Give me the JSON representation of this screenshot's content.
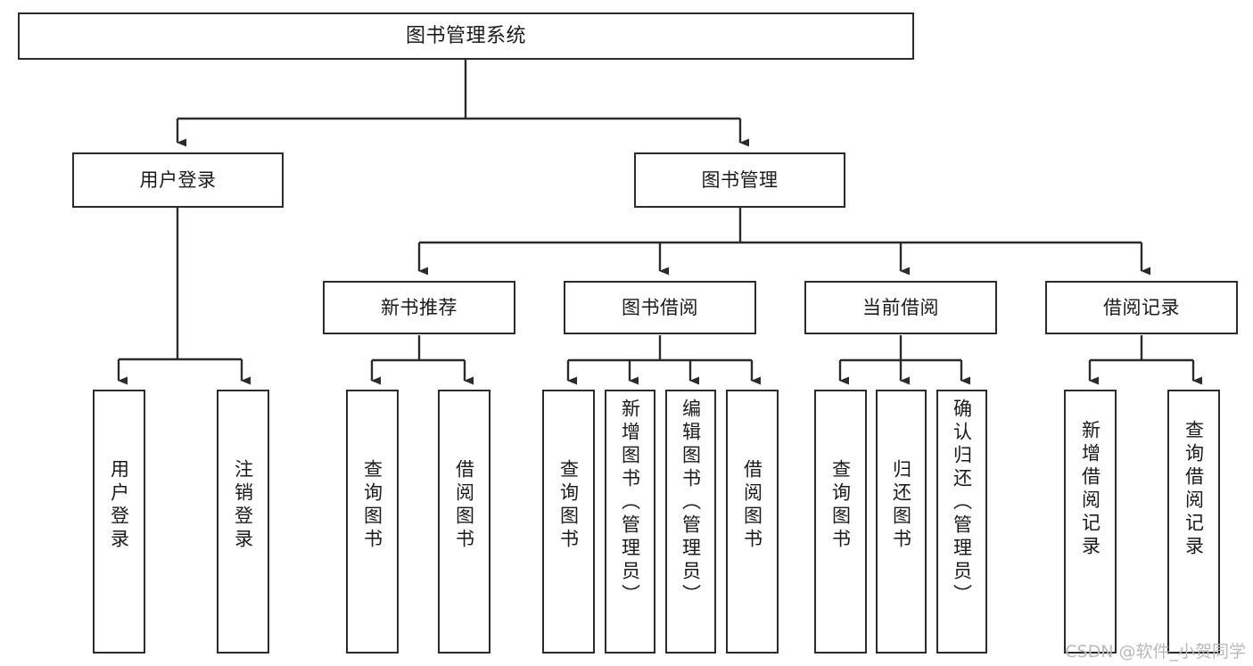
{
  "diagram": {
    "title": "图书管理系统",
    "type": "tree",
    "orientation": "top-down",
    "colors": {
      "background": "#ffffff",
      "node_border": "#2b2b2b",
      "node_fill": "#ffffff",
      "edge": "#2b2b2b",
      "text": "#1a1a1a",
      "watermark": "#b9b9b9"
    }
  },
  "watermark": {
    "text": "CSDN @软件_小贺同学"
  },
  "nodes": {
    "root": {
      "id": "root",
      "label": "图书管理系统",
      "level": 1,
      "orientation": "horizontal"
    },
    "level2": [
      {
        "id": "user-login",
        "label": "用户登录",
        "level": 2,
        "orientation": "horizontal"
      },
      {
        "id": "book-management",
        "label": "图书管理",
        "level": 2,
        "orientation": "horizontal"
      }
    ],
    "level3": [
      {
        "id": "new-book-recommend",
        "label": "新书推荐",
        "level": 3,
        "orientation": "horizontal",
        "parent": "book-management"
      },
      {
        "id": "book-borrow",
        "label": "图书借阅",
        "level": 3,
        "orientation": "horizontal",
        "parent": "book-management"
      },
      {
        "id": "current-borrow",
        "label": "当前借阅",
        "level": 3,
        "orientation": "horizontal",
        "parent": "book-management"
      },
      {
        "id": "borrow-record",
        "label": "借阅记录",
        "level": 3,
        "orientation": "horizontal",
        "parent": "book-management"
      }
    ],
    "leaves": [
      {
        "id": "leaf-user-login",
        "label": "用户登录",
        "parent": "user-login"
      },
      {
        "id": "leaf-logout-login",
        "label": "注销登录",
        "parent": "user-login"
      },
      {
        "id": "leaf-query-book-1",
        "label": "查询图书",
        "parent": "new-book-recommend"
      },
      {
        "id": "leaf-borrow-book-1",
        "label": "借阅图书",
        "parent": "new-book-recommend"
      },
      {
        "id": "leaf-query-book-2",
        "label": "查询图书",
        "parent": "book-borrow"
      },
      {
        "id": "leaf-add-book-admin",
        "label": "新增图书（管理员）",
        "parent": "book-borrow"
      },
      {
        "id": "leaf-edit-book-admin",
        "label": "编辑图书（管理员）",
        "parent": "book-borrow"
      },
      {
        "id": "leaf-borrow-book-2",
        "label": "借阅图书",
        "parent": "book-borrow"
      },
      {
        "id": "leaf-query-book-3",
        "label": "查询图书",
        "parent": "current-borrow"
      },
      {
        "id": "leaf-return-book",
        "label": "归还图书",
        "parent": "current-borrow"
      },
      {
        "id": "leaf-confirm-return",
        "label": "确认归还（管理员）",
        "parent": "current-borrow"
      },
      {
        "id": "leaf-add-record",
        "label": "新增借阅记录",
        "parent": "borrow-record"
      },
      {
        "id": "leaf-query-record",
        "label": "查询借阅记录",
        "parent": "borrow-record"
      }
    ]
  }
}
